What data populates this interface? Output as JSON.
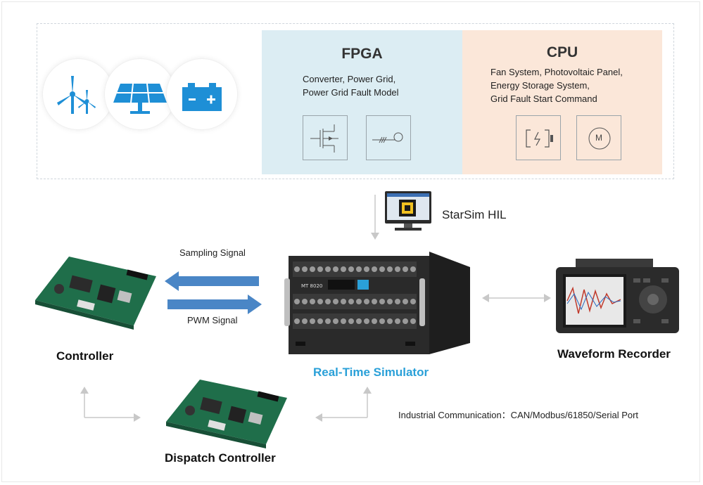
{
  "fpga": {
    "title": "FPGA",
    "line1": "Converter, Power Grid,",
    "line2": "Power Grid Fault Model"
  },
  "cpu": {
    "title": "CPU",
    "line1": "Fan System, Photovoltaic Panel,",
    "line2": "Energy Storage System,",
    "line3": "Grid Fault Start  Command",
    "motor_symbol": "M"
  },
  "icons": [
    "wind-turbine-icon",
    "solar-panel-icon",
    "battery-icon"
  ],
  "starsim": {
    "label": "StarSim HIL"
  },
  "arrows": {
    "sampling": "Sampling Signal",
    "pwm": "PWM Signal"
  },
  "controller": {
    "label": "Controller"
  },
  "simulator": {
    "label": "Real-Time Simulator",
    "badge": "MT 8020"
  },
  "recorder": {
    "label": "Waveform Recorder"
  },
  "dispatch": {
    "label": "Dispatch Controller"
  },
  "communication": {
    "label": "Industrial Communication：CAN/Modbus/61850/Serial Port"
  },
  "colors": {
    "accent_blue": "#2aa0d8",
    "icon_blue": "#1e8fd6",
    "fpga_bg": "#dcedf3",
    "cpu_bg": "#fbe7d9",
    "arrow_blue": "#4a86c6"
  }
}
